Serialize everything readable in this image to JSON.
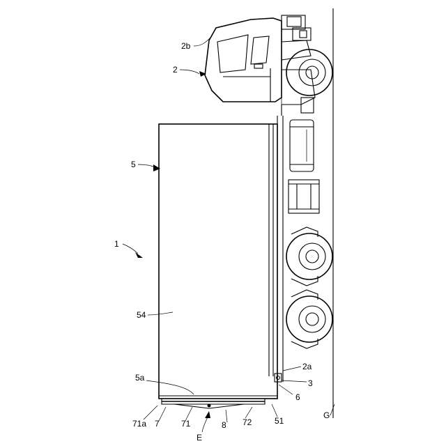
{
  "figure": {
    "labels": {
      "truck": "1",
      "cab": "2",
      "cab_window": "2b",
      "chassis": "2a",
      "hinge_bracket": "3",
      "body": "5",
      "body_side": "54",
      "body_rear": "5a",
      "rear_pivot": "51",
      "lock_pin": "6",
      "tailgate": "7",
      "gate_frame": "71",
      "gate_edge": "71a",
      "gate_rail": "72",
      "seal": "8",
      "view_arrow": "E",
      "ground": "G"
    }
  }
}
